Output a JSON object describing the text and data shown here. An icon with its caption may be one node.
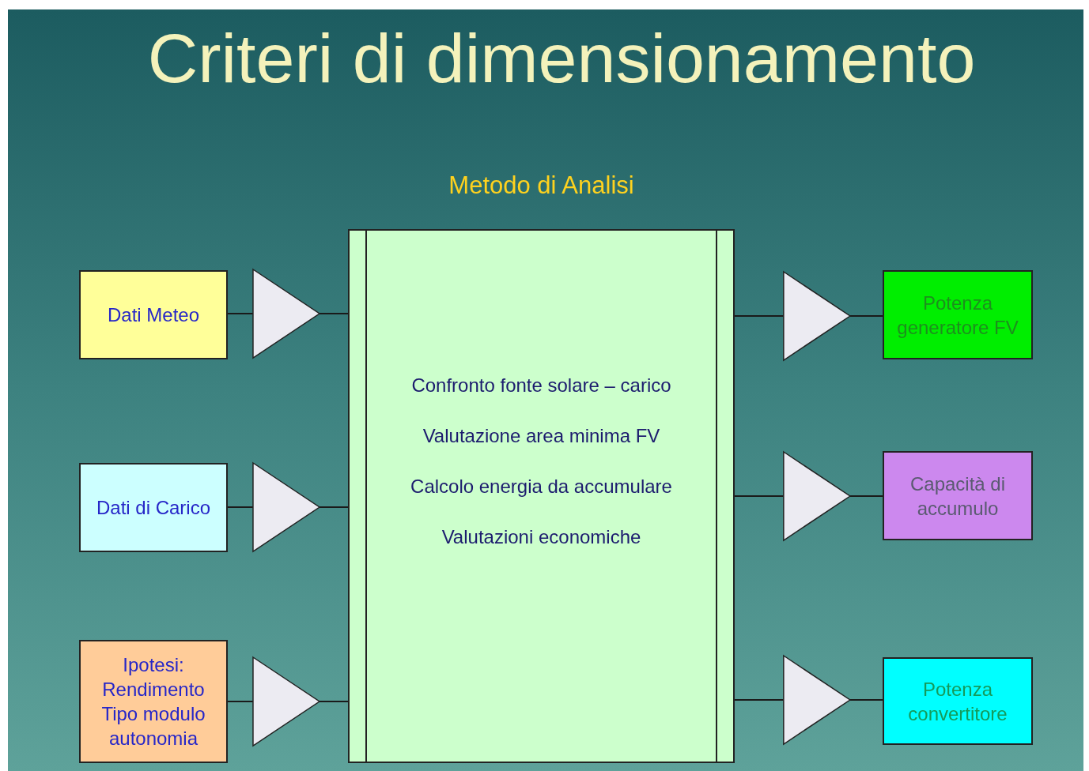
{
  "diagram": {
    "title": "Criteri di dimensionamento",
    "nodes": [
      {
        "text": [
          "Dati Meteo"
        ]
      },
      {
        "text": [
          "Dati di Carico"
        ]
      },
      {
        "text": [
          "Ipotesi:",
          "Rendimento",
          "Tipo modulo",
          "autonomia"
        ]
      },
      {
        "text": [
          "Metodo di Analisi",
          "Confronto fonte solare – carico",
          "Valutazione area minima FV",
          "Calcolo energia da accumulare",
          "Valutazioni economiche"
        ]
      },
      {
        "text": [
          "Potenza generatore FV"
        ]
      },
      {
        "text": [
          "Capacità di accumulo"
        ]
      },
      {
        "text": [
          "Potenza convertitore"
        ]
      }
    ],
    "edges": [
      {
        "from": 0,
        "to": 3,
        "arrow": "to"
      },
      {
        "from": 1,
        "to": 3,
        "arrow": "to"
      },
      {
        "from": 2,
        "to": 3,
        "arrow": "to"
      },
      {
        "from": 3,
        "to": 4,
        "arrow": "to"
      },
      {
        "from": 3,
        "to": 5,
        "arrow": "to"
      },
      {
        "from": 3,
        "to": 6,
        "arrow": "to"
      }
    ]
  }
}
